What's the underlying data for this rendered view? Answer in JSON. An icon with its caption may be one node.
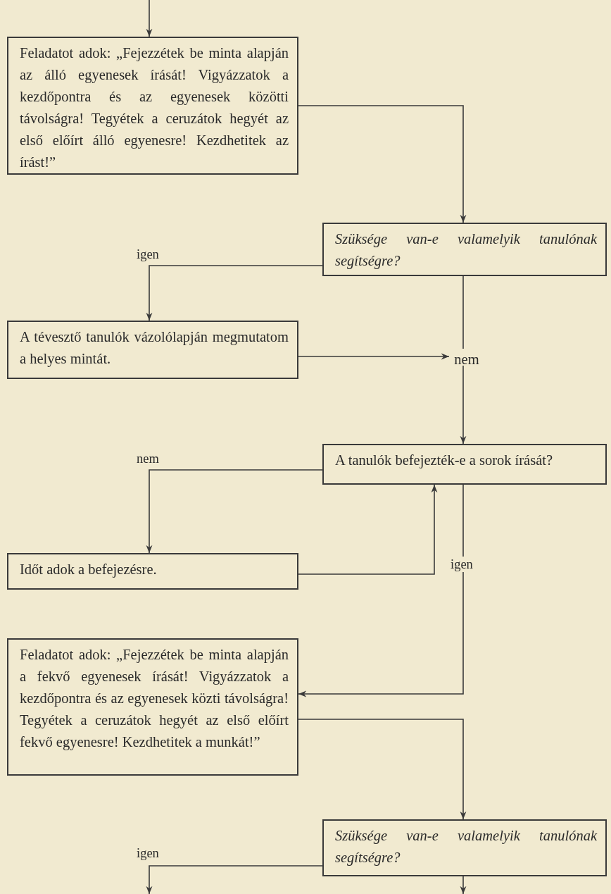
{
  "diagram": {
    "nodes": [
      {
        "text": [
          "Feladatot adok: „Fejezzétek be minta alapján az álló egyenesek írását! Vigyázzatok a kezdőpontra és az egyenesek közötti távolságra! Tegyétek a ceruzátok hegyét az első előírt álló egyenesre! Kezdhetitek az írást!”"
        ]
      },
      {
        "text": [
          "Szüksége van-e valamelyik tanulónak segítségre?"
        ]
      },
      {
        "text": [
          "A tévesztő tanulók vázolólapján megmutatom a helyes mintát."
        ]
      },
      {
        "text": [
          "nem"
        ]
      },
      {
        "text": [
          "A tanulók befejezték-e a sorok írását?"
        ]
      },
      {
        "text": [
          "Időt adok a befejezésre."
        ]
      },
      {
        "text": [
          "Feladatot adok: „Fejezzétek be minta alapján a fekvő egyenesek írását! Vigyázzatok a kezdőpontra és az egyenesek közti távolságra! Tegyétek a ceruzátok hegyét az első előírt fekvő egyenesre! Kezdhetitek a munkát!”"
        ]
      },
      {
        "text": [
          "Szüksége van-e valamelyik tanulónak segítségre?"
        ]
      }
    ],
    "edges": [
      {
        "from": null,
        "to": 0,
        "arrow": "to"
      },
      {
        "from": 0,
        "to": 1,
        "arrow": "to"
      },
      {
        "from": 1,
        "to": 2,
        "arrow": "to",
        "label": "igen"
      },
      {
        "from": 2,
        "to": 3,
        "arrow": "to"
      },
      {
        "from": 1,
        "to": 3,
        "arrow": "none"
      },
      {
        "from": 3,
        "to": 4,
        "arrow": "to"
      },
      {
        "from": 4,
        "to": 5,
        "arrow": "to",
        "label": "nem"
      },
      {
        "from": 5,
        "to": 4,
        "arrow": "to"
      },
      {
        "from": 4,
        "to": 6,
        "arrow": "to",
        "label": "igen"
      },
      {
        "from": 6,
        "to": 7,
        "arrow": "to"
      },
      {
        "from": 7,
        "to": null,
        "arrow": "to",
        "label": "igen"
      },
      {
        "from": 7,
        "to": null,
        "arrow": "to"
      }
    ]
  }
}
